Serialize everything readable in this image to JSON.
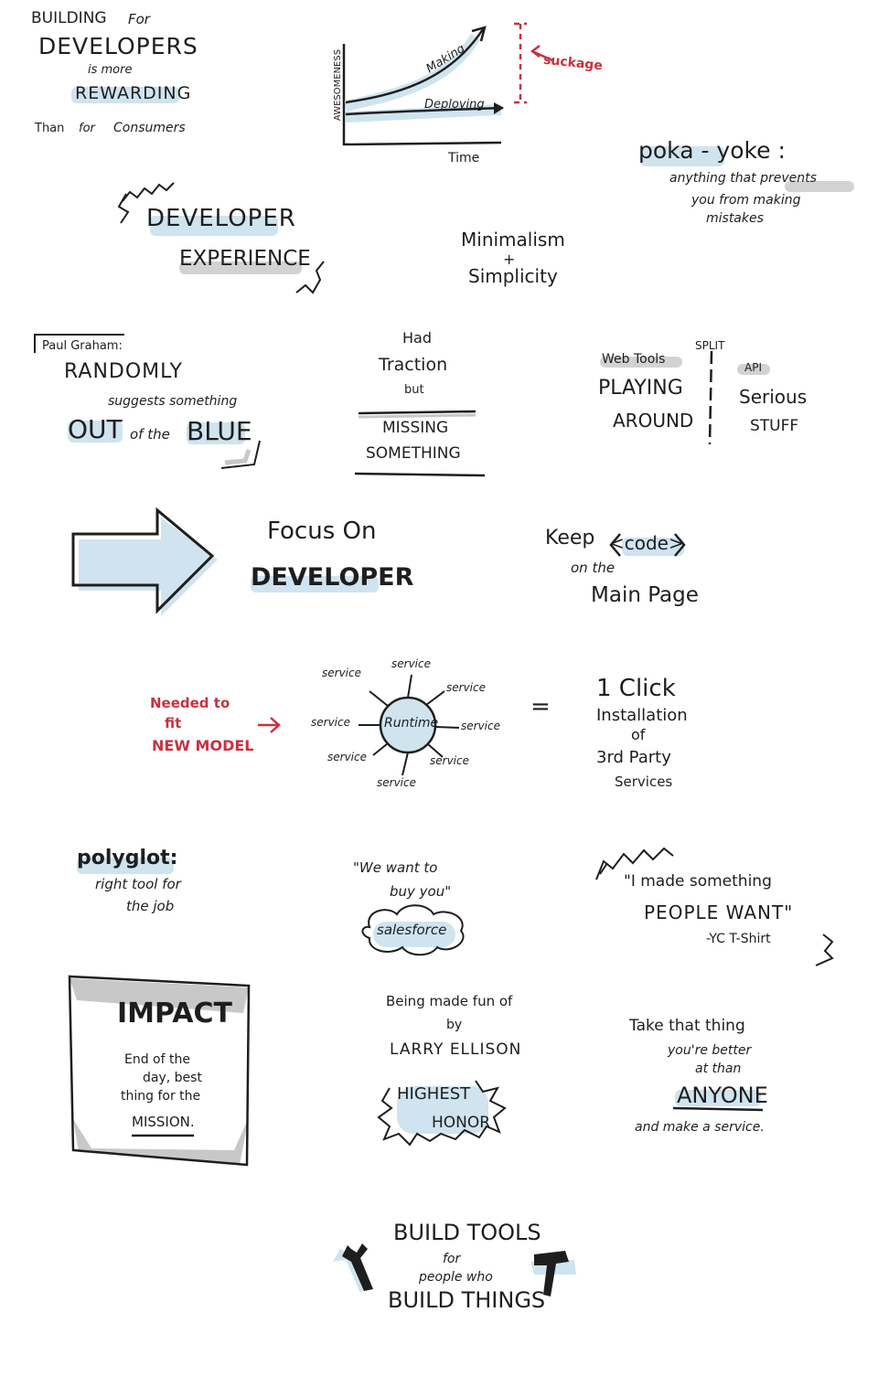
{
  "building": {
    "line1": "BUILDING",
    "line1b": "For",
    "line2": "DEVELOPERS",
    "line3": "is more",
    "line4": "REWARDING",
    "line5": "Than",
    "line5b": "for",
    "line5c": "Consumers"
  },
  "graph": {
    "ylabel": "AWESOMENESS",
    "xlabel": "Time",
    "making": "Making",
    "deploying": "Deploying",
    "suckage": "suckage"
  },
  "pokayoke": {
    "title": "poka - yoke :",
    "line1": "anything that prevents",
    "line2": "you from making",
    "line3": "mistakes"
  },
  "devex": {
    "line1": "DEVELOPER",
    "line2": "EXPERIENCE"
  },
  "minimalism": {
    "line1": "Minimalism",
    "plus": "+",
    "line2": "Simplicity"
  },
  "graham": {
    "line1": "Paul Graham:",
    "line2": "RANDOMLY",
    "line3": "suggests something",
    "line4a": "OUT",
    "line4b": "of the",
    "line4c": "BLUE"
  },
  "traction": {
    "line1": "Had",
    "line2": "Traction",
    "line3": "but",
    "line4": "MISSING",
    "line5": "SOMETHING"
  },
  "split": {
    "label": "SPLIT",
    "left_head": "Web Tools",
    "left_line1": "PLAYING",
    "left_line2": "AROUND",
    "right_head": "API",
    "right_line1": "Serious",
    "right_line2": "STUFF"
  },
  "focus": {
    "line1": "Focus On",
    "line2": "DEVELOPER"
  },
  "keep": {
    "line1": "Keep",
    "code": "<code>",
    "line2": "on the",
    "line3": "Main Page"
  },
  "model": {
    "line1": "Needed to",
    "line2": "fit",
    "line3": "NEW MODEL"
  },
  "runtime": {
    "center": "Runtime",
    "services": [
      "service",
      "service",
      "service",
      "service",
      "service",
      "service",
      "service",
      "service"
    ]
  },
  "equals": "=",
  "oneclick": {
    "line1": "1 Click",
    "line2": "Installation",
    "line3": "of",
    "line4": "3rd Party",
    "line5": "Services"
  },
  "polyglot": {
    "title": "polyglot:",
    "line1": "right tool for",
    "line2": "the job"
  },
  "salesforce": {
    "quote1": "\"We want to",
    "quote2": "buy you\"",
    "cloud": "salesforce"
  },
  "yc": {
    "line1": "\"I made something",
    "line2": "PEOPLE WANT\"",
    "line3": "-YC T-Shirt"
  },
  "impact": {
    "big": "IMPACT",
    "line1": "End of the",
    "line2": "day, best",
    "line3": "thing for the",
    "line4": "MISSION."
  },
  "ellison": {
    "line1": "Being made fun of",
    "line2": "by",
    "line3": "LARRY ELLISON",
    "line4": "HIGHEST",
    "line5": "HONOR"
  },
  "takething": {
    "line1": "Take that thing",
    "line2": "you're better",
    "line3": "at than",
    "line4": "ANYONE",
    "line5": "and make a service."
  },
  "buildtools": {
    "line1": "BUILD TOOLS",
    "line2": "for",
    "line3": "people who",
    "line4": "BUILD THINGS"
  },
  "colors": {
    "ink": "#1e1e1e",
    "accent_blue": "#cfe4ef",
    "red": "#c8313f",
    "gray": "#c8c8c8"
  }
}
